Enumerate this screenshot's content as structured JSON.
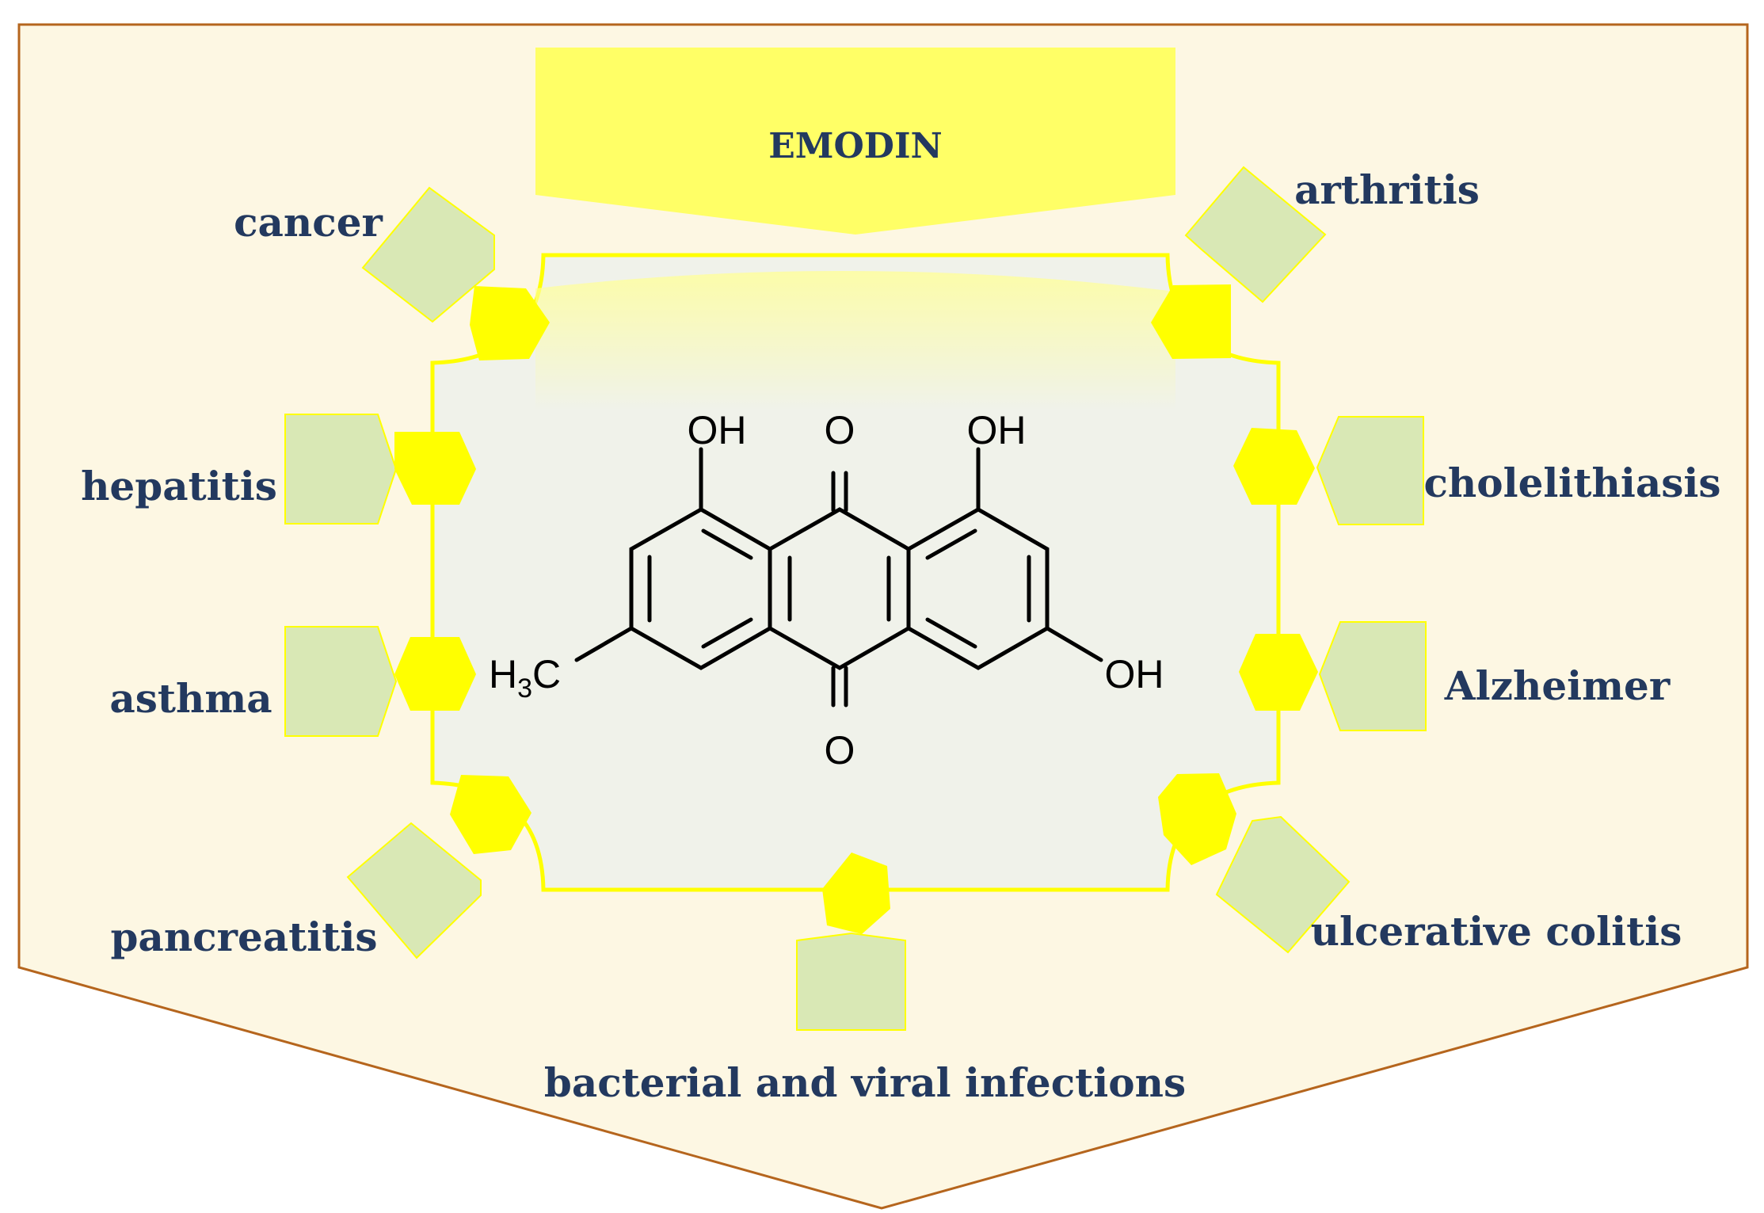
{
  "title": "EMODIN",
  "molecule": {
    "substituents": {
      "oh_left": "OH",
      "o_top": "O",
      "oh_right": "OH",
      "oh_bottom_right": "OH",
      "o_bottom": "O",
      "methyl_main": "H",
      "methyl_sub": "3",
      "methyl_c": "C"
    }
  },
  "conditions": {
    "cancer": "cancer",
    "hepatitis": "hepatitis",
    "asthma": "asthma",
    "pancreatitis": "pancreatitis",
    "infections": "bacterial and viral infections",
    "ulcerative_colitis": "ulcerative colitis",
    "alzheimer": "Alzheimer",
    "cholelithiasis": "cholelithiasis",
    "arthritis": "arthritis"
  },
  "colors": {
    "background": "#fdf7e3",
    "banner": "#ffff66",
    "connector": "#ffff00",
    "hexagon": "#ffff00",
    "pentagon": "#d9e8b5",
    "panel": "#f0f2ea",
    "label_text": "#23395f"
  }
}
